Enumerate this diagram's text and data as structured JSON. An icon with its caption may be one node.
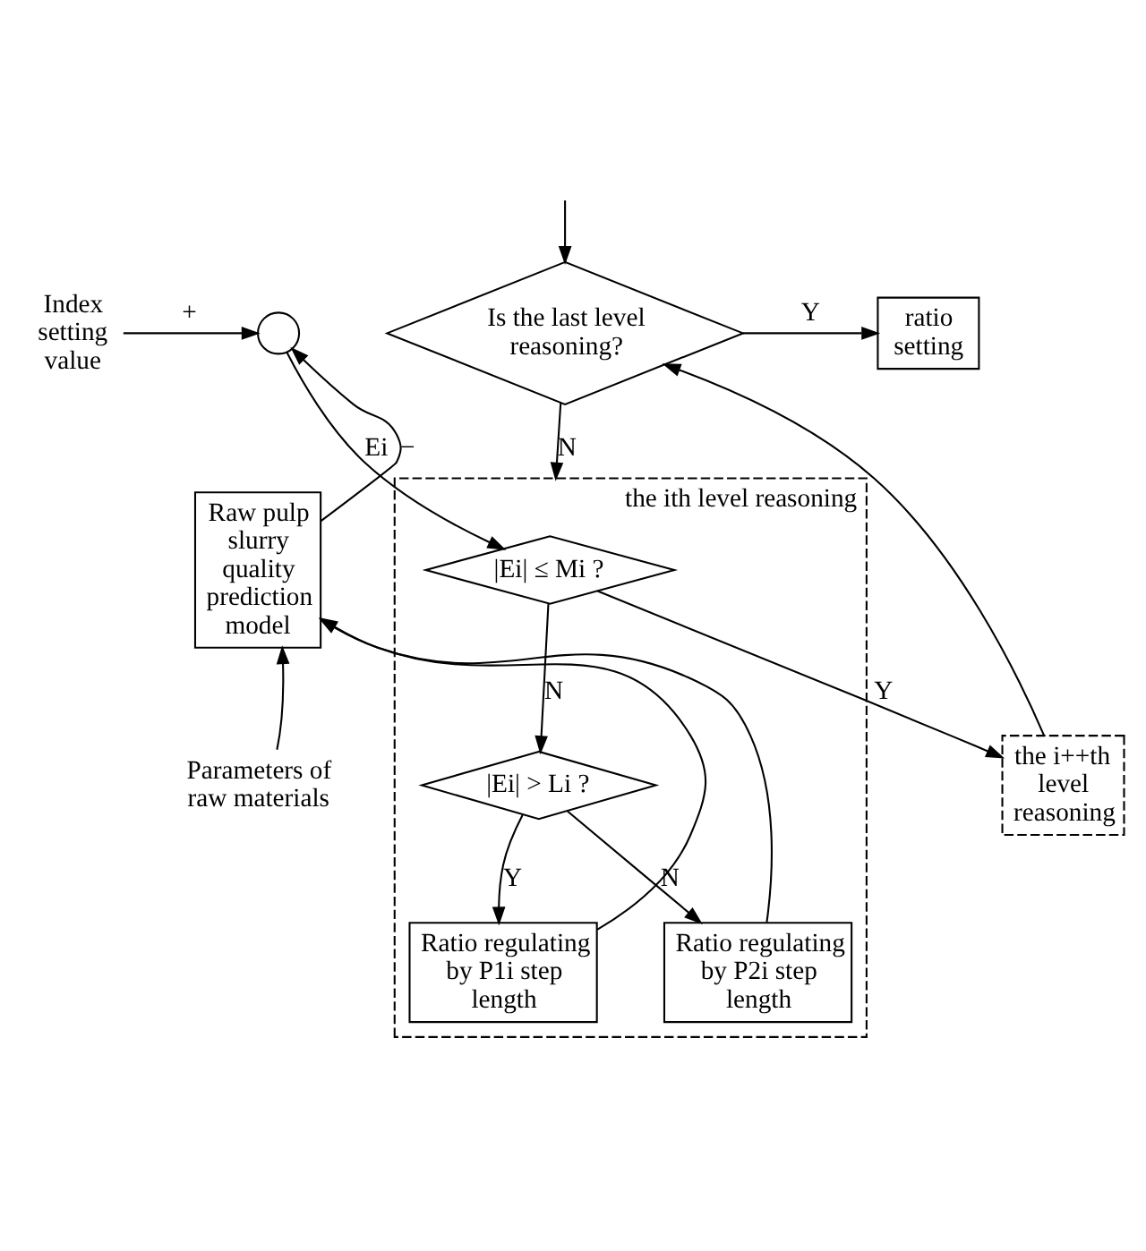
{
  "diagram": {
    "nodes": [
      {
        "text": [
          "Is the last level reasoning?"
        ]
      },
      {
        "text": [
          "ratio setting"
        ]
      },
      {
        "text": [
          "Index setting value"
        ]
      },
      {
        "text": [],
        "shape": "circle"
      },
      {
        "text": [
          "the ith level reasoning"
        ]
      },
      {
        "text": [
          "|Ei| ≤ Mi ?"
        ],
        "in": 4
      },
      {
        "text": [
          "|Ei| > Li ?"
        ],
        "in": 4
      },
      {
        "text": [
          "Ratio regulating by P1i step length"
        ],
        "in": 4
      },
      {
        "text": [
          "Ratio regulating by P2i step length"
        ],
        "in": 4
      },
      {
        "text": [
          "the i++th level reasoning"
        ]
      },
      {
        "text": [
          "Raw pulp slurry quality prediction model"
        ]
      },
      {
        "text": [
          "Parameters of raw materials"
        ]
      }
    ],
    "edges": [
      {
        "from": null,
        "to": 0,
        "arrow": "to"
      },
      {
        "from": 9,
        "to": 0,
        "arrow": "to"
      },
      {
        "from": 0,
        "to": 1,
        "arrow": "to",
        "label": "Y"
      },
      {
        "from": 0,
        "to": 4,
        "arrow": "to",
        "label": "N"
      },
      {
        "from": 2,
        "to": 3,
        "arrow": "to",
        "label": "+"
      },
      {
        "from": 3,
        "to": 5,
        "arrow": "to",
        "label": "Ei"
      },
      {
        "from": 5,
        "to": 9,
        "arrow": "to",
        "label": "Y"
      },
      {
        "from": 5,
        "to": 6,
        "arrow": "to",
        "label": "N"
      },
      {
        "from": 6,
        "to": 7,
        "arrow": "to",
        "label": "Y"
      },
      {
        "from": 6,
        "to": 8,
        "arrow": "to",
        "label": "N"
      },
      {
        "from": 7,
        "to": 10,
        "arrow": "to"
      },
      {
        "from": 8,
        "to": 10,
        "arrow": "to"
      },
      {
        "from": 11,
        "to": 10,
        "arrow": "to"
      },
      {
        "from": 10,
        "to": 3,
        "arrow": "to",
        "label": "−"
      }
    ]
  }
}
